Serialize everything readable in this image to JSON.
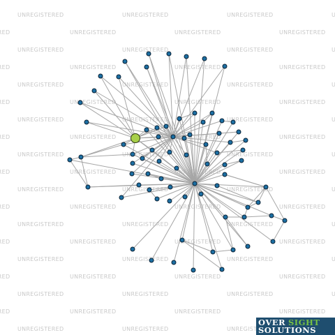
{
  "watermark_text": "UNREGISTERED",
  "logo": {
    "part1": "OVER",
    "part2": "SIGHT",
    "line2": "SOLUTIONS"
  },
  "colors": {
    "background": "#ffffff",
    "edge": "#a6a6a6",
    "node_fill": "#1c6fa3",
    "node_stroke": "#0b2235",
    "focus_fill": "#a8d04a",
    "watermark": "#c9c9c9",
    "logo_bg": "#1f4e6f",
    "logo_accent": "#76c043"
  }
}
